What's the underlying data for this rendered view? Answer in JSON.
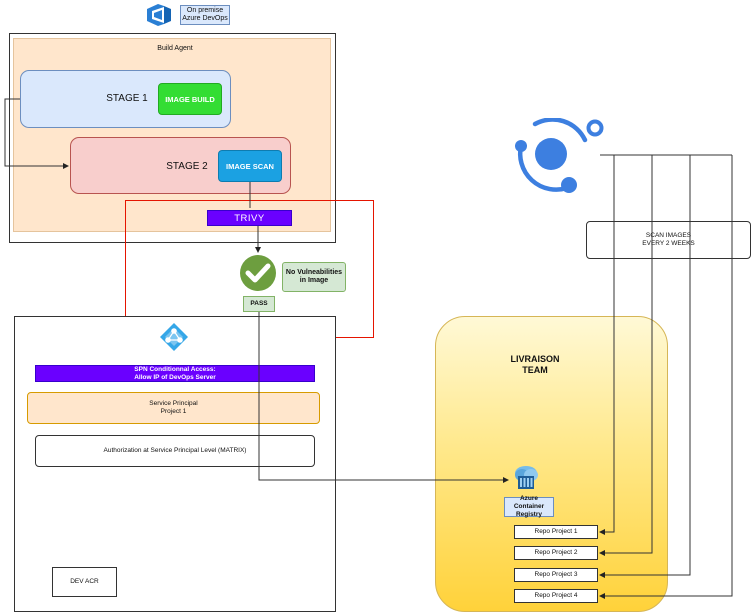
{
  "azure_devops": {
    "label_line1": "On premise",
    "label_line2": "Azure DevOps",
    "icon": "azure-devops-icon"
  },
  "build_agent": {
    "title": "Build Agent"
  },
  "stage1": {
    "label": "STAGE 1",
    "task": "IMAGE BUILD"
  },
  "stage2": {
    "label": "STAGE 2",
    "task": "IMAGE SCAN"
  },
  "trivy": {
    "label": "TRIVY"
  },
  "result": {
    "check_icon": "check-circle-icon",
    "message_line1": "No Vulneabilities",
    "message_line2": "in Image",
    "pass_label": "PASS"
  },
  "dev_panel": {
    "icon": "azure-ad-icon",
    "spn_line1": "SPN Conditionnal Access:",
    "spn_line2": "Allow IP of DevOps Server",
    "sp_line1": "Service Principal",
    "sp_line2": "Project 1",
    "authorization": "Authorization at Service Principal Level (MATRIX)",
    "dev_acr": "DEV ACR"
  },
  "scanner": {
    "icon": "scanner-orbit-icon",
    "label_line1": "SCAN IMAGES",
    "label_line2": "EVERY 2 WEEKS"
  },
  "livraison": {
    "title_line1": "LIVRAISON",
    "title_line2": "TEAM",
    "acr_icon": "container-registry-icon",
    "acr_line1": "Azure Container",
    "acr_line2": "Registry",
    "repos": [
      "Repo Project 1",
      "Repo Project 2",
      "Repo Project 3",
      "Repo Project 4"
    ]
  },
  "colors": {
    "stage1_fill": "#dae8fc",
    "stage2_fill": "#f8cecc",
    "build_agent_fill": "#ffe6cc",
    "image_build": "#33dd33",
    "image_scan": "#1ba1e2",
    "trivy": "#6a00ff",
    "highlight_frame": "#e51400",
    "pass_green": "#6d9e3f",
    "scanner_blue": "#3d7fe0"
  }
}
